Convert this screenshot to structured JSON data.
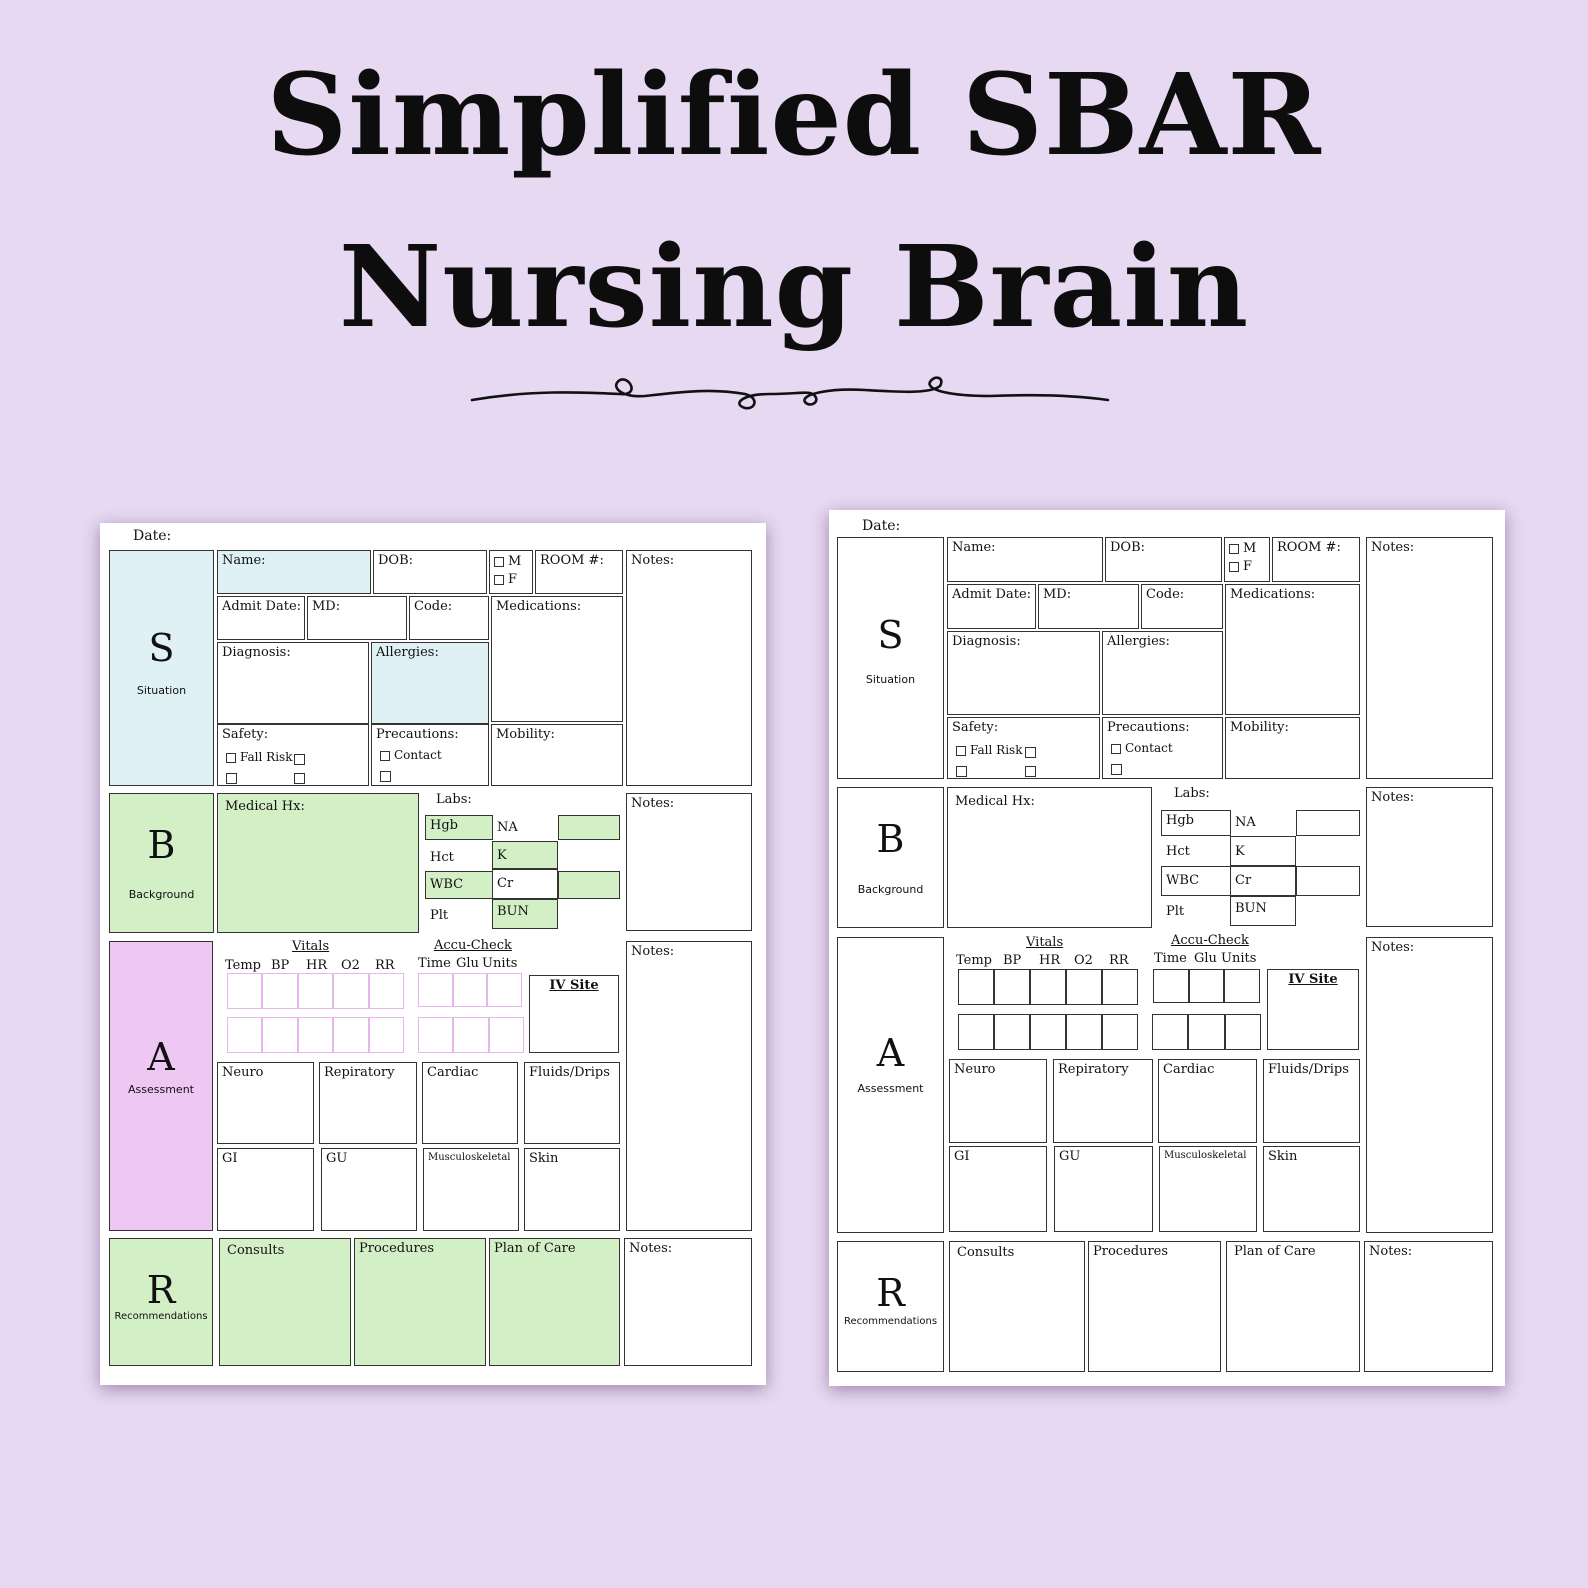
{
  "title_line1": "Simplified SBAR",
  "title_line2": "Nursing Brain",
  "colors": {
    "background": "#e7d9f1",
    "situation": "#dff1f4",
    "background_section": "#d3efc6",
    "assessment": "#eec7f2",
    "recommendations": "#d3efc6",
    "vitals_grid_colored": "#e6b7ea",
    "vitals_grid_plain": "#333333"
  },
  "form": {
    "date_label": "Date:",
    "name_label": "Name:",
    "dob_label": "DOB:",
    "sex_m": "M",
    "sex_f": "F",
    "room_label": "ROOM #:",
    "notes_label": "Notes:",
    "admit_date_label": "Admit Date:",
    "md_label": "MD:",
    "code_label": "Code:",
    "medications_label": "Medications:",
    "diagnosis_label": "Diagnosis:",
    "allergies_label": "Allergies:",
    "safety_label": "Safety:",
    "fall_risk": "Fall Risk",
    "precautions_label": "Precautions:",
    "contact": "Contact",
    "mobility_label": "Mobility:",
    "situation_letter": "S",
    "situation_word": "Situation",
    "background_letter": "B",
    "background_word": "Background",
    "medical_hx_label": "Medical Hx:",
    "labs_label": "Labs:",
    "labs": {
      "hgb": "Hgb",
      "na": "NA",
      "hct": "Hct",
      "k": "K",
      "wbc": "WBC",
      "cr": "Cr",
      "plt": "Plt",
      "bun": "BUN"
    },
    "assessment_letter": "A",
    "assessment_word": "Assessment",
    "vitals_label": "Vitals",
    "vitals_cols": {
      "temp": "Temp",
      "bp": "BP",
      "hr": "HR",
      "o2": "O2",
      "rr": "RR"
    },
    "accu_check_label": "Accu-Check",
    "accu_cols": {
      "time": "Time",
      "glu": "Glu",
      "units": "Units"
    },
    "iv_site_label": "IV Site",
    "neuro": "Neuro",
    "respiratory": "Repiratory",
    "cardiac": "Cardiac",
    "fluids": "Fluids/Drips",
    "gi": "GI",
    "gu": "GU",
    "musculoskeletal": "Musculoskeletal",
    "skin": "Skin",
    "recommendations_letter": "R",
    "recommendations_word": "Recommendations",
    "consults": "Consults",
    "procedures": "Procedures",
    "plan_of_care": "Plan of Care"
  }
}
